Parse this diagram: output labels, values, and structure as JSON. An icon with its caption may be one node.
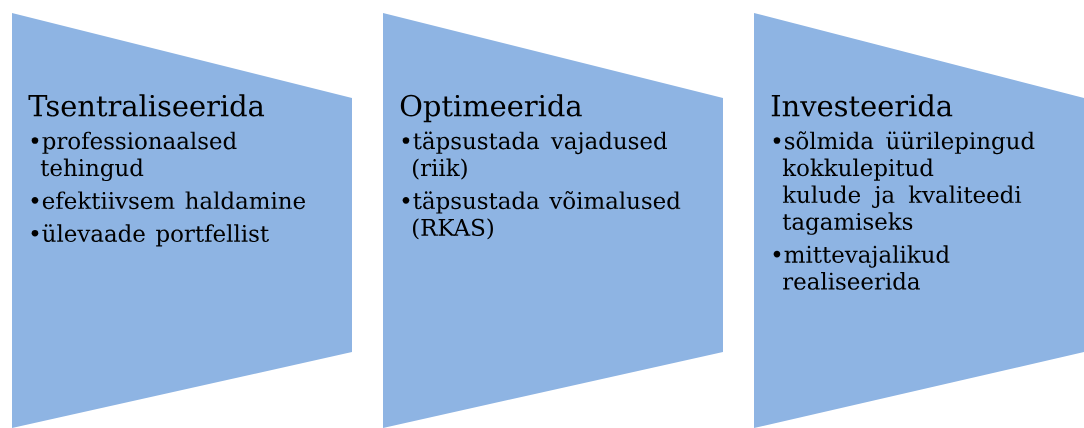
{
  "diagram": {
    "nodes": [
      {
        "text": [
          "Tsentraliseerida",
          "•professionaalsed tehingud",
          "•efektiivsem haldamine",
          "•ülevaade portfellist"
        ]
      },
      {
        "text": [
          "Optimeerida",
          "•täpsustada vajadused (riik)",
          "•täpsustada võimalused (RKAS)"
        ]
      },
      {
        "text": [
          "Investeerida",
          "•sõlmida üürilepingud kokkulepitud kulude ja kvaliteedi tagamiseks",
          "•mittevajalikud realiseerida"
        ]
      }
    ]
  }
}
